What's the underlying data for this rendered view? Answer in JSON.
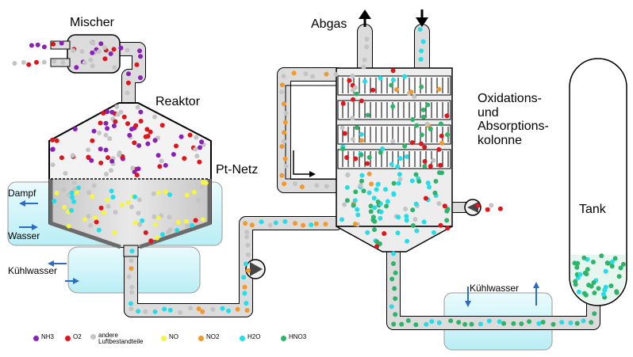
{
  "labels": {
    "mischer": "Mischer",
    "reaktor": "Reaktor",
    "pt_netz": "Pt-Netz",
    "dampf": "Dampf",
    "wasser": "Wasser",
    "kuehlwasser_left": "Kühlwasser",
    "abgas": "Abgas",
    "kolonne": "Oxidations-\nund\nAbsorptions-\nkolonne",
    "tank": "Tank",
    "kuehlwasser_bottom": "Kühlwasser"
  },
  "legend": [
    {
      "label": "NH3",
      "color": "#8b1fb8"
    },
    {
      "label": "O2",
      "color": "#e0141b"
    },
    {
      "label": "andere\nLuftbestandteile",
      "color": "#c4c4c4"
    },
    {
      "label": "NO",
      "color": "#f5f542"
    },
    {
      "label": "NO2",
      "color": "#f2992e"
    },
    {
      "label": "H2O",
      "color": "#24dde8"
    },
    {
      "label": "HNO3",
      "color": "#2fb36a"
    }
  ],
  "colors": {
    "pipe_fill": "#dcdcdc",
    "vessel_fill": "#d8d8d8",
    "cooling_water": "#c6f0f6",
    "arrow_blue": "#2b6cc4",
    "outline": "#000000"
  }
}
